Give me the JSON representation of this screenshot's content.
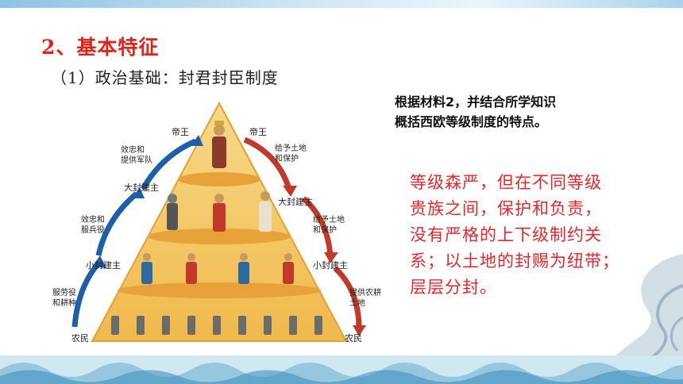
{
  "slide": {
    "title": "2、基本特征",
    "subtitle": "（1）政治基础：封君封臣制度",
    "question_lines": [
      "根据材料2，并结合所学知识",
      "概括西欧等级制度的特点。"
    ],
    "answer_lines": [
      "等级森严，但在不同等级",
      "贵族之间，保护和负责，",
      "没有严格的上下级制约关",
      "系；以土地的封赐为纽带；",
      "层层分封。"
    ]
  },
  "pyramid": {
    "left_labels": {
      "emperor": "帝王",
      "great_lord": "大封建主",
      "small_lord": "小封建主",
      "peasant": "农民"
    },
    "right_labels": {
      "emperor": "帝王",
      "great_lord": "大封建主",
      "small_lord": "小封建主",
      "peasant": "农民"
    },
    "left_arrows": {
      "top": "效忠和\n提供军队",
      "middle": "效忠和\n服兵役",
      "bottom": "服劳役\n和耕种"
    },
    "right_arrows": {
      "top": "给予土地\n和保护",
      "middle": "给予土地\n和保护",
      "bottom": "提供农耕\n土地"
    },
    "colors": {
      "pyramid_fill": "#f2c25a",
      "pyramid_edge": "#e7a93a",
      "arrow_left": "#1f5fa8",
      "arrow_right": "#c0392b"
    }
  }
}
